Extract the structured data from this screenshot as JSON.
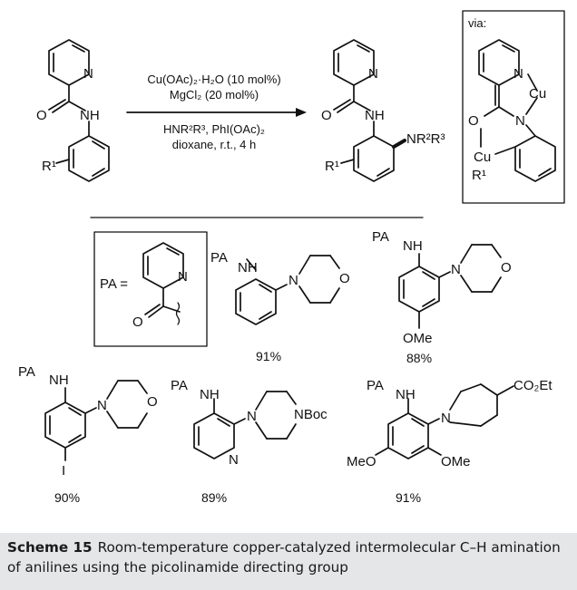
{
  "figure": {
    "conditions": {
      "line1": "Cu(OAc)₂·H₂O (10 mol%)",
      "line2": "MgCl₂ (20 mol%)",
      "line3": "HNR²R³, PhI(OAc)₂",
      "line4": "dioxane, r.t., 4 h"
    },
    "via_label": "via:",
    "atoms": {
      "N": "N",
      "O": "O",
      "NH": "NH",
      "Cu": "Cu",
      "R1": "R¹",
      "NR2R3": "NR²R³",
      "PA": "PA",
      "PA_eq": "PA =",
      "OMe": "OMe",
      "MeO": "MeO",
      "I": "I",
      "NBoc": "NBoc",
      "CO2Et": "CO₂Et"
    },
    "yields": [
      "91%",
      "88%",
      "90%",
      "89%",
      "91%"
    ]
  },
  "caption": {
    "label": "Scheme 15",
    "text": "Room-temperature copper-catalyzed intermolecular C–H amination of anilines using the picolinamide directing group"
  }
}
